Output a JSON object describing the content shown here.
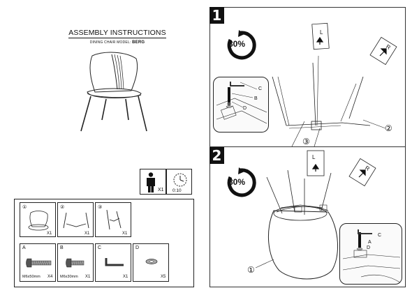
{
  "header": {
    "title": "ASSEMBLY INSTRUCTIONS",
    "subtitle_prefix": "DINING CHAIR MODEL: ",
    "subtitle_model": "BERG"
  },
  "requirements": {
    "persons": "X1",
    "time": "0:10"
  },
  "parts": [
    {
      "id": "①",
      "qty": "X1"
    },
    {
      "id": "②",
      "qty": "X1"
    },
    {
      "id": "③",
      "qty": "X1"
    }
  ],
  "hardware": [
    {
      "id": "A",
      "size": "M6x50mm",
      "qty": "X4"
    },
    {
      "id": "B",
      "size": "M6x30mm",
      "qty": "X1"
    },
    {
      "id": "C",
      "size": "",
      "qty": "X1"
    },
    {
      "id": "D",
      "size": "",
      "qty": "X5"
    }
  ],
  "steps": [
    {
      "number": "1",
      "tightness": "80%",
      "tag_left": "L",
      "tag_right": "R",
      "callouts": {
        "c": "C",
        "b": "B",
        "d": "D",
        "part2": "②",
        "part3": "③"
      }
    },
    {
      "number": "2",
      "tightness": "80%",
      "tag_left": "L",
      "tag_right": "R",
      "callouts": {
        "c": "C",
        "a": "A",
        "d": "D",
        "part1": "①"
      }
    }
  ]
}
